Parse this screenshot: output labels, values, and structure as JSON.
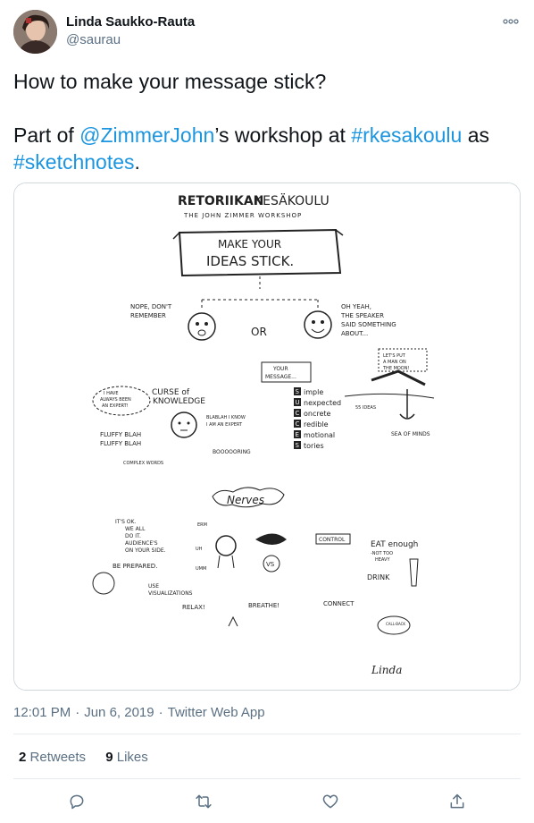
{
  "author": {
    "name": "Linda Saukko-Rauta",
    "handle": "@saurau"
  },
  "tweet": {
    "line1": "How to make your message stick?",
    "line2_prefix": "Part of ",
    "mention": "@ZimmerJohn",
    "line2_middle": "’s workshop at ",
    "hashtag1": "#rkesakoulu",
    "line2_suffix": " as",
    "hashtag2": "#sketchnotes",
    "period": "."
  },
  "sketch": {
    "brand_bold": "RETORIIKAN",
    "brand_light": "KESÄKOULU",
    "subtitle": "THE JOHN ZIMMER WORKSHOP",
    "banner_line1": "MAKE YOUR",
    "banner_line2": "IDEAS STICK.",
    "nope": "NOPE, DON'T",
    "nope2": "REMEMBER",
    "or": "OR",
    "yeah1": "OH YEAH,",
    "yeah2": "THE SPEAKER",
    "yeah3": "SAID SOMETHING",
    "yeah4": "ABOUT...",
    "your_message1": "YOUR",
    "your_message2": "MESSAGE...",
    "success": [
      "imple",
      "nexpected",
      "oncrete",
      "redible",
      "motional",
      "tories"
    ],
    "success_letters": [
      "S",
      "U",
      "C",
      "C",
      "E",
      "S"
    ],
    "moon1": "LET'S PUT",
    "moon2": "A MAN ON",
    "moon3": "THE MOON!",
    "ideas": "55 IDEAS",
    "sea": "SEA OF MINDS",
    "curse1": "CURSE of",
    "curse2": "KNOWLEDGE",
    "expert1": "I HAVE",
    "expert2": "ALWAYS BEEN",
    "expert3": "AN EXPERT!",
    "blah1": "FLUFFY  BLAH",
    "blah2": "FLUFFY  BLAH",
    "complex": "COMPLEX WORDS",
    "know1": "BLABLAH I KNOW",
    "know2": "I AM AN EXPERT",
    "boring": "BOOOOORING",
    "nerves": "Nerves",
    "tip1a": "IT'S OK.",
    "tip1b": "WE ALL",
    "tip1c": "DO IT.",
    "tip1d": "AUDIENCE'S",
    "tip1e": "ON YOUR SIDE.",
    "tip2": "BE PREPARED.",
    "tip3a": "USE",
    "tip3b": "VISUALIZATIONS",
    "tip4": "RELAX!",
    "tip5": "BREATHE!",
    "tip6": "CONNECT",
    "tip7": "DRINK",
    "tip8a": "EAT enough",
    "tip8b": "-NOT TOO",
    "tip8c": "HEAVY",
    "control": "CONTROL",
    "vs": "VS",
    "erm": "ERM",
    "uh": "UH",
    "umm": "UMM",
    "callback": "CALL-BACK",
    "signature": "Linda"
  },
  "meta": {
    "time": "12:01 PM",
    "date": "Jun 6, 2019",
    "source": "Twitter Web App",
    "separator": "·"
  },
  "stats": {
    "retweets_count": "2",
    "retweets_label": "Retweets",
    "likes_count": "9",
    "likes_label": "Likes"
  },
  "actions": [
    "reply-icon",
    "retweet-icon",
    "like-icon",
    "share-icon"
  ],
  "colors": {
    "link": "#1b95e0",
    "secondary": "#5b7083",
    "border": "#cfd9de"
  }
}
